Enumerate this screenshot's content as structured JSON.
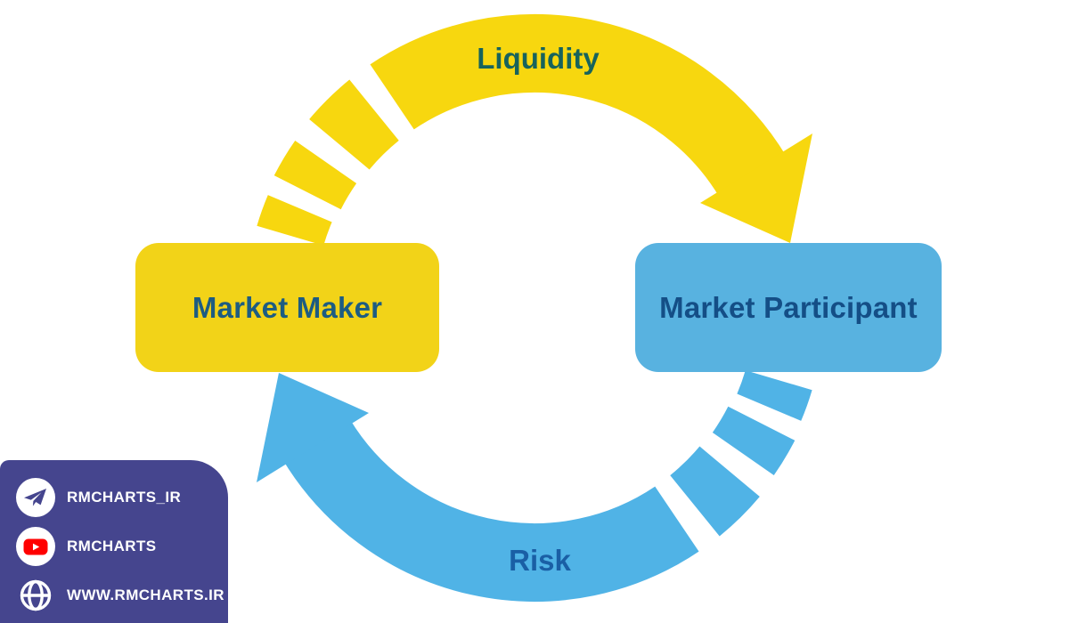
{
  "colors": {
    "arc_yellow": "#F7D70F",
    "box_yellow": "#F2D318",
    "arc_blue": "#50B3E6",
    "box_blue": "#58B2E0",
    "panel_purple": "#45458E",
    "liquidity_text": "#17635C",
    "risk_text": "#1A5FA5",
    "maker_text": "#1D5C82",
    "participant_text": "#144E86",
    "youtube_red": "#FF0000",
    "footer_text": "#FFFFFF"
  },
  "diagram": {
    "top_flow_label": "Liquidity",
    "bottom_flow_label": "Risk",
    "left_node_label": "Market Maker",
    "right_node_label": "Market Participant"
  },
  "footer": {
    "items": [
      {
        "icon": "telegram-icon",
        "label": "RMCHARTS_IR"
      },
      {
        "icon": "youtube-icon",
        "label": "RMCHARTS"
      },
      {
        "icon": "globe-icon",
        "label": "WWW.RMCHARTS.IR"
      }
    ]
  }
}
